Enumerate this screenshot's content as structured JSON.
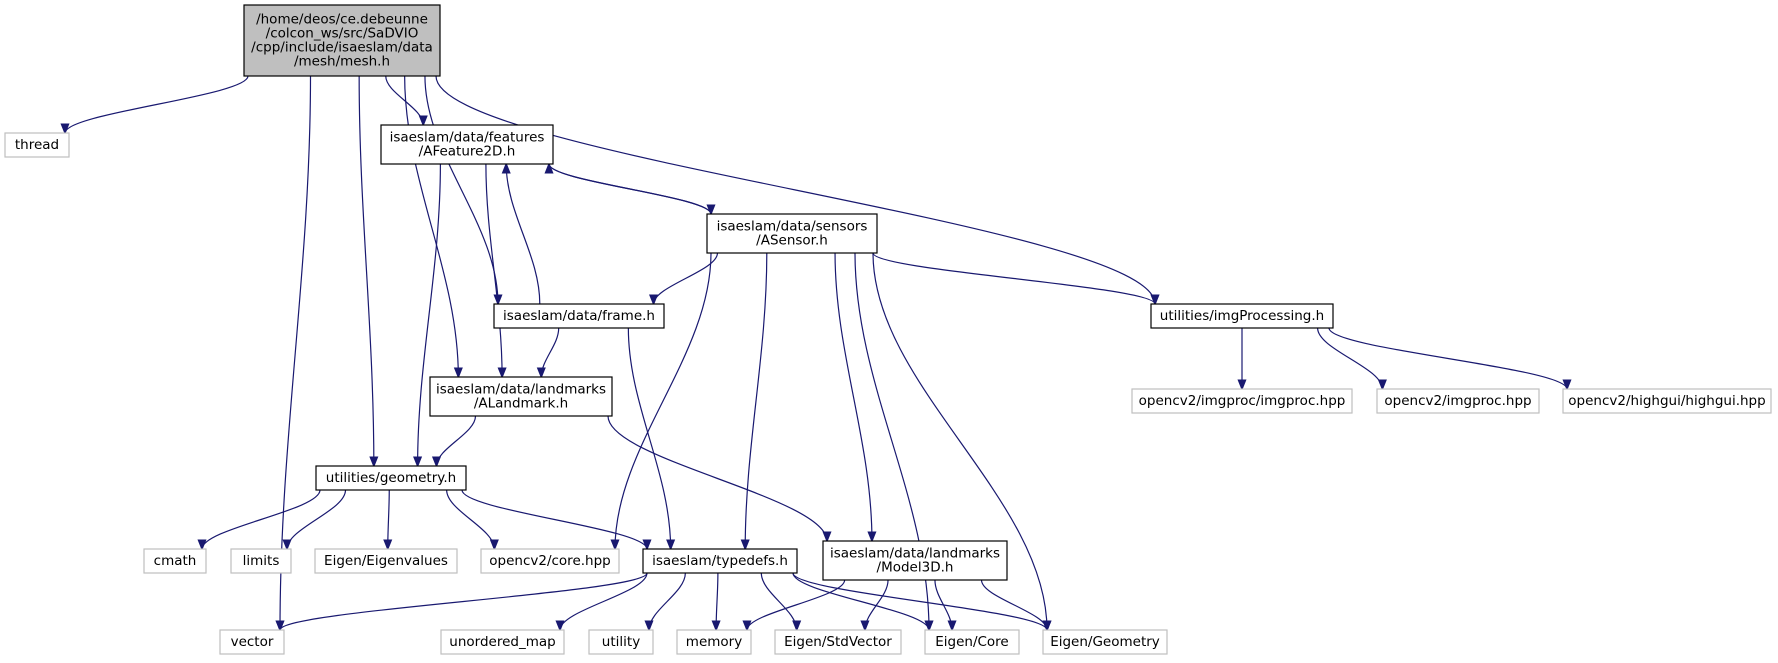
{
  "nodes": {
    "mesh": [
      "/home/deos/ce.debeunne",
      "/colcon_ws/src/SaDVIO",
      "/cpp/include/isaeslam/data",
      "/mesh/mesh.h"
    ],
    "thread": [
      "thread"
    ],
    "afeature2d": [
      "isaeslam/data/features",
      "/AFeature2D.h"
    ],
    "asensor": [
      "isaeslam/data/sensors",
      "/ASensor.h"
    ],
    "frame": [
      "isaeslam/data/frame.h"
    ],
    "imgprocessing": [
      "utilities/imgProcessing.h"
    ],
    "alandmark": [
      "isaeslam/data/landmarks",
      "/ALandmark.h"
    ],
    "imgproc_imgproc": [
      "opencv2/imgproc/imgproc.hpp"
    ],
    "imgproc_hpp": [
      "opencv2/imgproc.hpp"
    ],
    "highgui": [
      "opencv2/highgui/highgui.hpp"
    ],
    "geometry": [
      "utilities/geometry.h"
    ],
    "cmath": [
      "cmath"
    ],
    "limits": [
      "limits"
    ],
    "eigenvalues": [
      "Eigen/Eigenvalues"
    ],
    "cv_core": [
      "opencv2/core.hpp"
    ],
    "typedefs": [
      "isaeslam/typedefs.h"
    ],
    "model3d": [
      "isaeslam/data/landmarks",
      "/Model3D.h"
    ],
    "vector": [
      "vector"
    ],
    "unordered_map": [
      "unordered_map"
    ],
    "utility": [
      "utility"
    ],
    "memory": [
      "memory"
    ],
    "stdvector": [
      "Eigen/StdVector"
    ],
    "eigen_core": [
      "Eigen/Core"
    ],
    "eigen_geometry": [
      "Eigen/Geometry"
    ]
  },
  "edges": [
    [
      "mesh",
      "thread"
    ],
    [
      "mesh",
      "afeature2d"
    ],
    [
      "mesh",
      "frame"
    ],
    [
      "mesh",
      "imgprocessing"
    ],
    [
      "mesh",
      "alandmark"
    ],
    [
      "mesh",
      "geometry"
    ],
    [
      "mesh",
      "vector"
    ],
    [
      "afeature2d",
      "asensor"
    ],
    [
      "asensor",
      "afeature2d"
    ],
    [
      "afeature2d",
      "alandmark"
    ],
    [
      "afeature2d",
      "geometry"
    ],
    [
      "asensor",
      "frame"
    ],
    [
      "asensor",
      "imgprocessing"
    ],
    [
      "asensor",
      "cv_core"
    ],
    [
      "asensor",
      "typedefs"
    ],
    [
      "asensor",
      "model3d"
    ],
    [
      "asensor",
      "eigen_core"
    ],
    [
      "asensor",
      "eigen_geometry"
    ],
    [
      "frame",
      "afeature2d"
    ],
    [
      "frame",
      "alandmark"
    ],
    [
      "frame",
      "typedefs"
    ],
    [
      "imgprocessing",
      "imgproc_imgproc"
    ],
    [
      "imgprocessing",
      "imgproc_hpp"
    ],
    [
      "imgprocessing",
      "highgui"
    ],
    [
      "alandmark",
      "geometry"
    ],
    [
      "alandmark",
      "model3d"
    ],
    [
      "geometry",
      "cmath"
    ],
    [
      "geometry",
      "limits"
    ],
    [
      "geometry",
      "eigenvalues"
    ],
    [
      "geometry",
      "cv_core"
    ],
    [
      "geometry",
      "typedefs"
    ],
    [
      "typedefs",
      "vector"
    ],
    [
      "typedefs",
      "unordered_map"
    ],
    [
      "typedefs",
      "utility"
    ],
    [
      "typedefs",
      "memory"
    ],
    [
      "typedefs",
      "stdvector"
    ],
    [
      "typedefs",
      "eigen_core"
    ],
    [
      "typedefs",
      "eigen_geometry"
    ],
    [
      "model3d",
      "memory"
    ],
    [
      "model3d",
      "stdvector"
    ],
    [
      "model3d",
      "eigen_core"
    ],
    [
      "model3d",
      "eigen_geometry"
    ]
  ]
}
